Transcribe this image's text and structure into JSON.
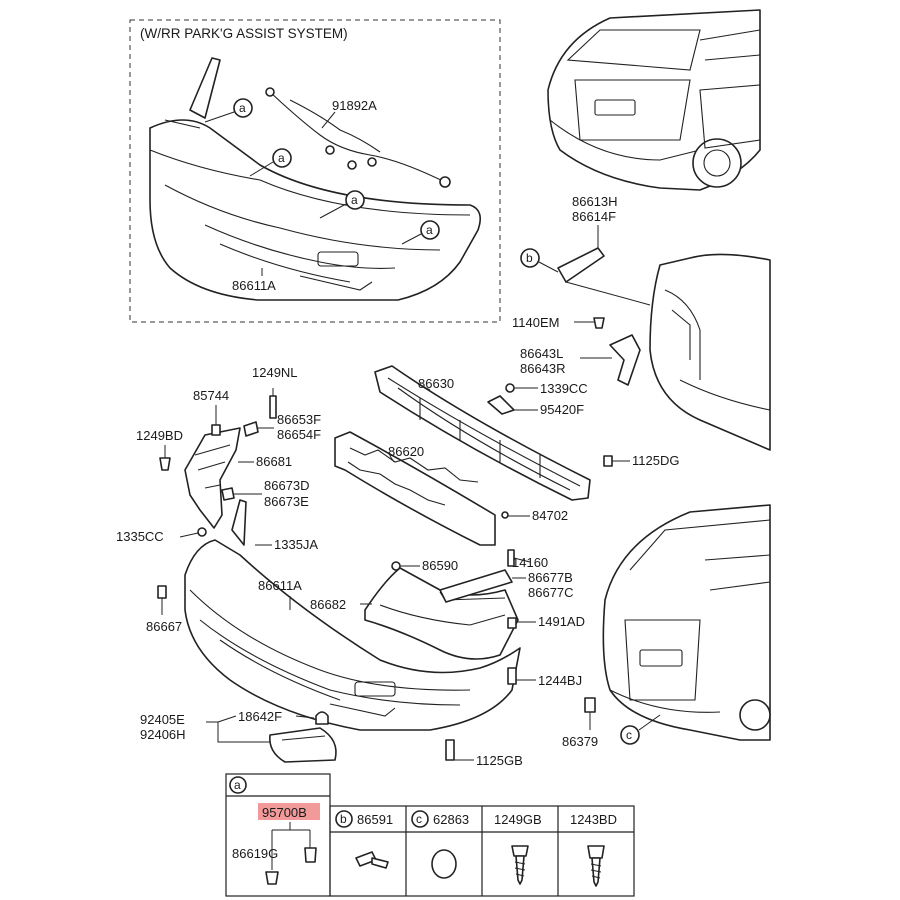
{
  "assist_title": "(W/RR PARK'G ASSIST SYSTEM)",
  "callouts": {
    "a": "a",
    "b": "b",
    "c": "c"
  },
  "parts": {
    "p91892A": "91892A",
    "p86611A_top": "86611A",
    "p86613H": "86613H",
    "p86614F": "86614F",
    "p1140EM": "1140EM",
    "p86643L": "86643L",
    "p86643R": "86643R",
    "p1249NL": "1249NL",
    "p85744": "85744",
    "p86653F": "86653F",
    "p86654F": "86654F",
    "p1249BD": "1249BD",
    "p86681": "86681",
    "p86673D": "86673D",
    "p86673E": "86673E",
    "p86630": "86630",
    "p1339CC": "1339CC",
    "p95420F": "95420F",
    "p86620": "86620",
    "p1125DG": "1125DG",
    "p84702": "84702",
    "p1335CC": "1335CC",
    "p1335JA": "1335JA",
    "p86590": "86590",
    "p14160": "14160",
    "p86677B": "86677B",
    "p86677C": "86677C",
    "p86611A": "86611A",
    "p86682": "86682",
    "p86667": "86667",
    "p1491AD": "1491AD",
    "p1244BJ": "1244BJ",
    "p92405E": "92405E",
    "p92406H": "92406H",
    "p18642F": "18642F",
    "p86379": "86379",
    "p1125GB": "1125GB"
  },
  "legend": {
    "box_a_code": "95700B",
    "box_a_sub": "86619G",
    "headers": [
      "86591",
      "62863",
      "1249GB",
      "1243BD"
    ]
  },
  "colors": {
    "highlight": "#f29a9a",
    "line": "#222222"
  }
}
